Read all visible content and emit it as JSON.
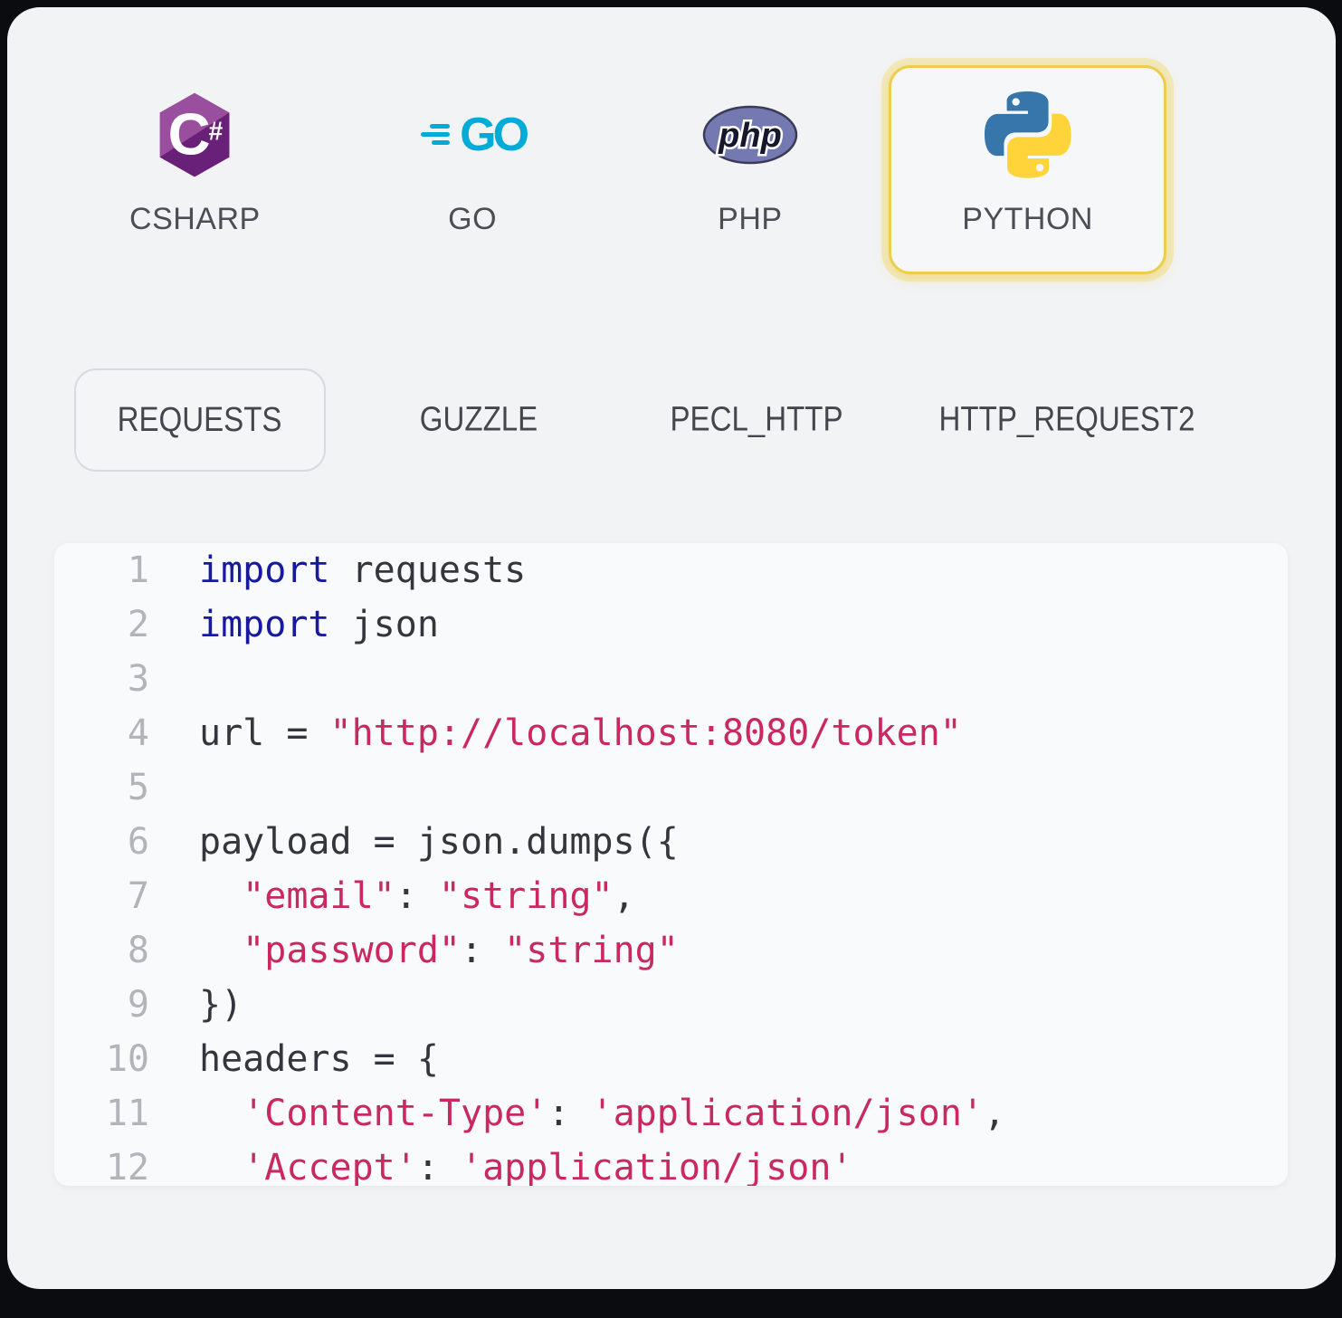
{
  "colors": {
    "outer_bg": "#0b0c0f",
    "card_bg": "#f2f3f5",
    "selected_tile_bg": "#f6f7f9",
    "accent_yellow": "#eecd4e",
    "label_gray": "#4b4e54",
    "tab_gray": "#43464c",
    "pill_border": "#d9dade",
    "pill_bg": "#f4f5f7",
    "code_bg": "#f9fafb",
    "line_num_gray": "#b2b4ba",
    "code_plain": "#33363c",
    "keyword_navy": "#17199f",
    "string_pink": "#c9295e",
    "go_cyan": "#00acd7",
    "csharp_purple_light": "#9a4f9e",
    "csharp_purple_dark": "#682079",
    "php_purple": "#7579b2",
    "php_outline": "#3a3b58",
    "python_blue": "#3776ab",
    "python_yellow": "#ffd43b"
  },
  "languages": {
    "items": [
      {
        "label": "CSHARP",
        "icon": "csharp-icon",
        "selected": false
      },
      {
        "label": "GO",
        "icon": "go-icon",
        "selected": false
      },
      {
        "label": "PHP",
        "icon": "php-icon",
        "selected": false
      },
      {
        "label": "PYTHON",
        "icon": "python-icon",
        "selected": true
      }
    ]
  },
  "go_logo_text": "GO",
  "csharp_logo_text": {
    "c": "C",
    "sharp": "#"
  },
  "php_logo_text": "php",
  "libraries": {
    "items": [
      {
        "label": "REQUESTS",
        "selected": true
      },
      {
        "label": "GUZZLE",
        "selected": false
      },
      {
        "label": "PECL_HTTP",
        "selected": false
      },
      {
        "label": "HTTP_REQUEST2",
        "selected": false
      }
    ]
  },
  "code": {
    "language": "python",
    "lines": [
      {
        "num": "1",
        "segments": [
          {
            "t": "kw",
            "v": "import"
          },
          {
            "t": "plain",
            "v": " requests"
          }
        ]
      },
      {
        "num": "2",
        "segments": [
          {
            "t": "kw",
            "v": "import"
          },
          {
            "t": "plain",
            "v": " json"
          }
        ]
      },
      {
        "num": "3",
        "segments": []
      },
      {
        "num": "4",
        "segments": [
          {
            "t": "plain",
            "v": "url = "
          },
          {
            "t": "str",
            "v": "\"http://localhost:8080/token\""
          }
        ]
      },
      {
        "num": "5",
        "segments": []
      },
      {
        "num": "6",
        "segments": [
          {
            "t": "plain",
            "v": "payload = json.dumps({"
          }
        ]
      },
      {
        "num": "7",
        "segments": [
          {
            "t": "plain",
            "v": "  "
          },
          {
            "t": "str",
            "v": "\"email\""
          },
          {
            "t": "plain",
            "v": ": "
          },
          {
            "t": "str",
            "v": "\"string\""
          },
          {
            "t": "plain",
            "v": ","
          }
        ]
      },
      {
        "num": "8",
        "segments": [
          {
            "t": "plain",
            "v": "  "
          },
          {
            "t": "str",
            "v": "\"password\""
          },
          {
            "t": "plain",
            "v": ": "
          },
          {
            "t": "str",
            "v": "\"string\""
          }
        ]
      },
      {
        "num": "9",
        "segments": [
          {
            "t": "plain",
            "v": "})"
          }
        ]
      },
      {
        "num": "10",
        "segments": [
          {
            "t": "plain",
            "v": "headers = {"
          }
        ]
      },
      {
        "num": "11",
        "segments": [
          {
            "t": "plain",
            "v": "  "
          },
          {
            "t": "str",
            "v": "'Content-Type'"
          },
          {
            "t": "plain",
            "v": ": "
          },
          {
            "t": "str",
            "v": "'application/json'"
          },
          {
            "t": "plain",
            "v": ","
          }
        ]
      },
      {
        "num": "12",
        "segments": [
          {
            "t": "plain",
            "v": "  "
          },
          {
            "t": "str",
            "v": "'Accept'"
          },
          {
            "t": "plain",
            "v": ": "
          },
          {
            "t": "str",
            "v": "'application/json'"
          }
        ]
      }
    ]
  }
}
